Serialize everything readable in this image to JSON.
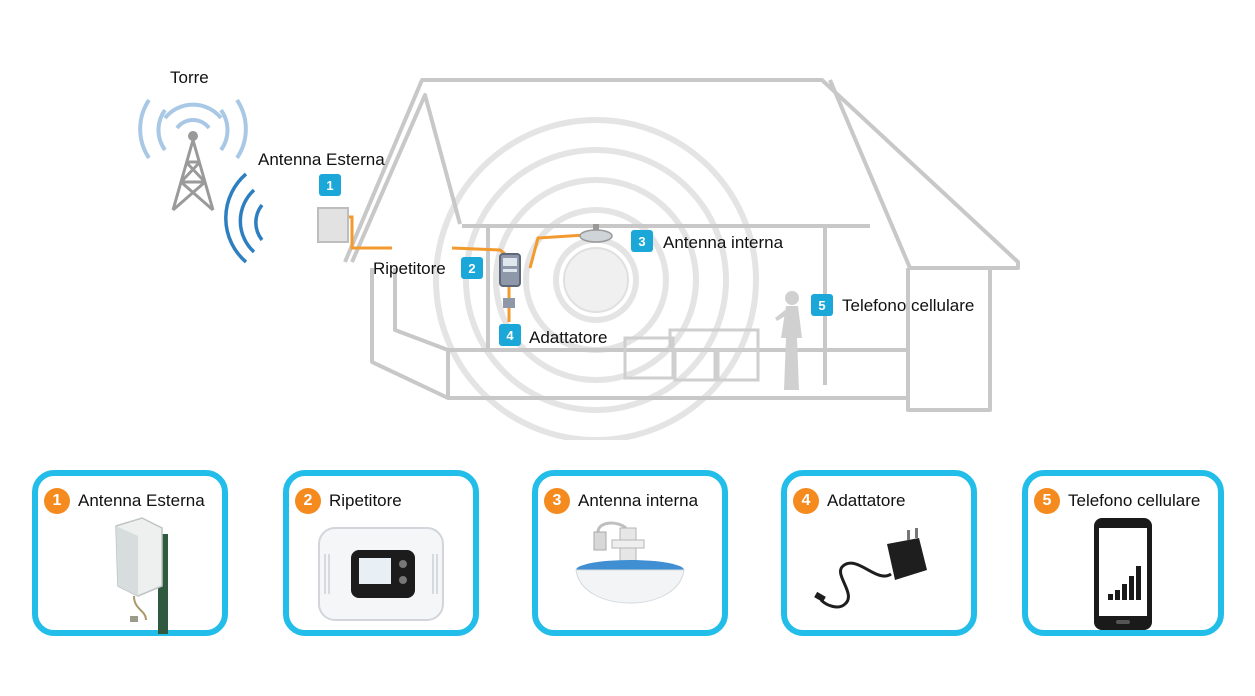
{
  "diagram": {
    "tower_label": "Torre",
    "callouts": [
      {
        "num": "1",
        "label": "Antenna Esterna"
      },
      {
        "num": "2",
        "label": "Ripetitore"
      },
      {
        "num": "3",
        "label": "Antenna interna"
      },
      {
        "num": "4",
        "label": "Adattatore"
      },
      {
        "num": "5",
        "label": "Telefono cellulare"
      }
    ]
  },
  "cards": [
    {
      "num": "1",
      "label": "Antenna Esterna",
      "icon": "outdoor-panel-antenna"
    },
    {
      "num": "2",
      "label": "Ripetitore",
      "icon": "signal-repeater"
    },
    {
      "num": "3",
      "label": "Antenna interna",
      "icon": "ceiling-antenna"
    },
    {
      "num": "4",
      "label": "Adattatore",
      "icon": "power-adapter"
    },
    {
      "num": "5",
      "label": "Telefono cellulare",
      "icon": "mobile-phone"
    }
  ],
  "colors": {
    "badge": "#1ba8d8",
    "card_border": "#22bde8",
    "card_number": "#f58a1f",
    "cable": "#f39a2e",
    "house_outline": "#c8c8c8",
    "signal_waves": "#7fb8de"
  }
}
